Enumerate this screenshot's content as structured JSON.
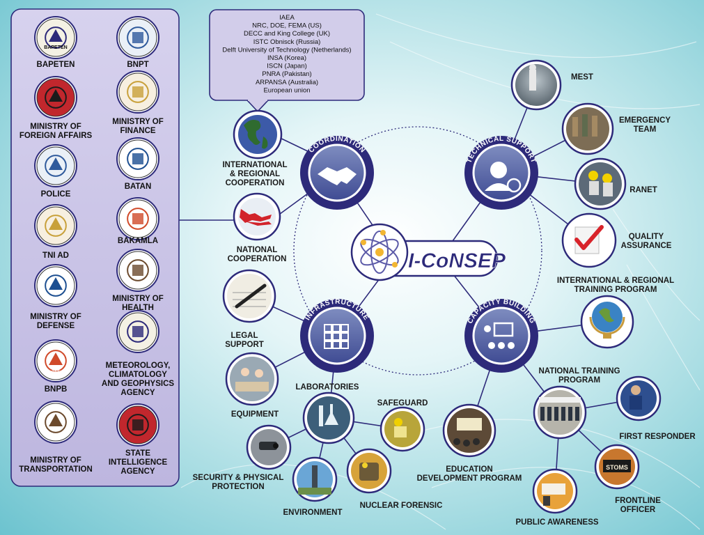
{
  "panel": {
    "agencies_left": [
      "BAPETEN",
      "MINISTRY OF|FOREIGN AFFAIRS",
      "POLICE",
      "TNI AD",
      "MINISTRY OF|DEFENSE",
      "BNPB",
      "MINISTRY OF|TRANSPORTATION"
    ],
    "agencies_right": [
      "BNPT",
      "MINISTRY OF|FINANCE",
      "BATAN",
      "BAKAMLA",
      "MINISTRY OF|HEALTH",
      "METEOROLOGY,|CLIMATOLOGY|AND GEOPHYSICS|AGENCY",
      "STATE|INTELLIGENCE|AGENCY"
    ]
  },
  "international_box": {
    "lines": [
      "IAEA",
      "NRC, DOE, FEMA (US)",
      "DECC and King College (UK)",
      "ISTC Obnisck (Russia)",
      "Delft University of Technology (Netherlands)",
      "INSA (Korea)",
      "ISCN (Japan)",
      "PNRA (Pakistan)",
      "ARPANSA (Australia)",
      "European union"
    ]
  },
  "center": {
    "title": "I-CoNSEP"
  },
  "hubs": {
    "coordination": "COORDINATION",
    "technical_support": "TECHNICAL SUPPORT",
    "infrastructure": "INFRASTRUCTURE",
    "capacity_building": "CAPACITY BUILDING"
  },
  "labels": {
    "international_regional_cooperation": "INTERNATIONAL|& REGIONAL|COOPERATION",
    "national_cooperation": "NATIONAL|COOPERATION",
    "mest": "MEST",
    "emergency_team": "EMERGENCY|TEAM",
    "ranet": "RANET",
    "quality_assurance": "QUALITY|ASSURANCE",
    "intl_training": "INTERNATIONAL & REGIONAL|TRAINING PROGRAM",
    "national_training": "NATIONAL TRAINING|PROGRAM",
    "first_responder": "FIRST RESPONDER",
    "frontline_officer": "FRONTLINE|OFFICER",
    "public_awareness": "PUBLIC AWARENESS",
    "education_development": "EDUCATION|DEVELOPMENT PROGRAM",
    "legal_support": "LEGAL|SUPPORT",
    "equipment": "EQUIPMENT",
    "laboratories": "LABORATORIES",
    "safeguard": "SAFEGUARD",
    "security_physical": "SECURITY & PHYSICAL|PROTECTION",
    "environment": "ENVIRONMENT",
    "nuclear_forensic": "NUCLEAR FORENSIC"
  },
  "logo_text": {
    "bapeten": "BAPETEN",
    "bnpb": "INDONESIA",
    "frontline": "STOMS"
  },
  "colors": {
    "navy": "#2d2a7a",
    "panel_fill": "#c9c3e6",
    "box_fill": "#d2cdea",
    "accent_check": "#d8232a"
  }
}
